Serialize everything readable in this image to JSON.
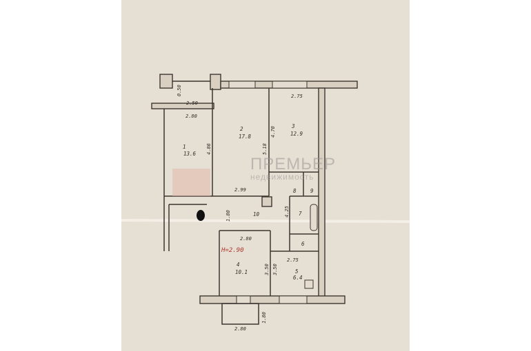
{
  "watermark": {
    "title": "ПРЕМЬЕР",
    "subtitle": "недвижимость"
  },
  "ceiling_height": "H=2.90",
  "rooms": [
    {
      "number": "1",
      "area": "13.6"
    },
    {
      "number": "2",
      "area": "17.8"
    },
    {
      "number": "3",
      "area": "12.9"
    },
    {
      "number": "4",
      "area": "10.1"
    },
    {
      "number": "5",
      "area": "6.4"
    },
    {
      "number": "6"
    },
    {
      "number": "7"
    },
    {
      "number": "8"
    },
    {
      "number": "9"
    },
    {
      "number": "10"
    }
  ],
  "dimensions": {
    "closet_h": "0.50",
    "closet_w": "2.50",
    "room1_w": "2.80",
    "room1_h": "4.86",
    "room2_h": "5.18",
    "room3_h": "4.70",
    "room3_w": "2.75",
    "room2_w": "2.99",
    "bath_h": "4.25",
    "hall_h": "1.80",
    "room4_w": "2.80",
    "room4_h": "3.50",
    "room5_h": "3.50",
    "room5_w": "2.75",
    "balcony_h": "1.80",
    "balcony_w": "2.80"
  }
}
